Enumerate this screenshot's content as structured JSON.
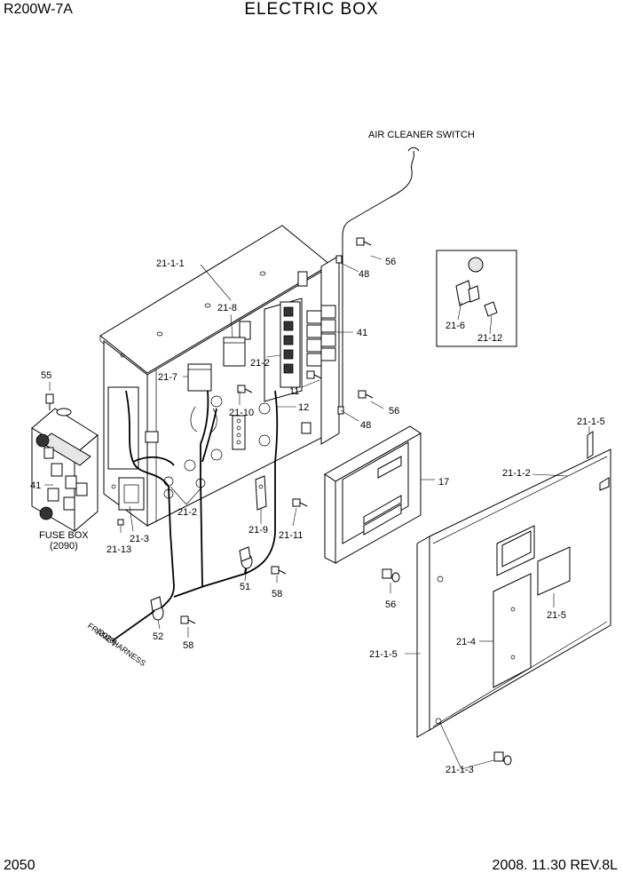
{
  "header": {
    "model": "R200W-7A",
    "title": "ELECTRIC BOX"
  },
  "footer": {
    "page_number": "2050",
    "revision": "2008. 11.30  REV.8L"
  },
  "labels": {
    "air_cleaner_switch": "AIR CLEANER SWITCH",
    "fuse_box": "FUSE BOX",
    "fuse_box_ref": "(2090)",
    "frame_harness": "FRAME HARNESS",
    "frame_harness_ref": "(2020)"
  },
  "callouts": {
    "c_21_1_1": "21-1-1",
    "c_56_a": "56",
    "c_48_a": "48",
    "c_21_8": "21-8",
    "c_41_a": "41",
    "c_21_2_a": "21-2",
    "c_21_7": "21-7",
    "c_11": "11",
    "c_55": "55",
    "c_21_10": "21-10",
    "c_12": "12",
    "c_56_b": "56",
    "c_48_b": "48",
    "c_41_b": "41",
    "c_21_2_b": "21-2",
    "c_21_3": "21-3",
    "c_21_13": "21-13",
    "c_21_9": "21-9",
    "c_21_11": "21-11",
    "c_17": "17",
    "c_51": "51",
    "c_58_a": "58",
    "c_56_c": "56",
    "c_52": "52",
    "c_58_b": "58",
    "c_21_6": "21-6",
    "c_21_12": "21-12",
    "c_21_1_5_a": "21-1-5",
    "c_21_1_2": "21-1-2",
    "c_21_5": "21-5",
    "c_21_4": "21-4",
    "c_21_1_5_b": "21-1-5",
    "c_21_1_3": "21-1-3"
  }
}
